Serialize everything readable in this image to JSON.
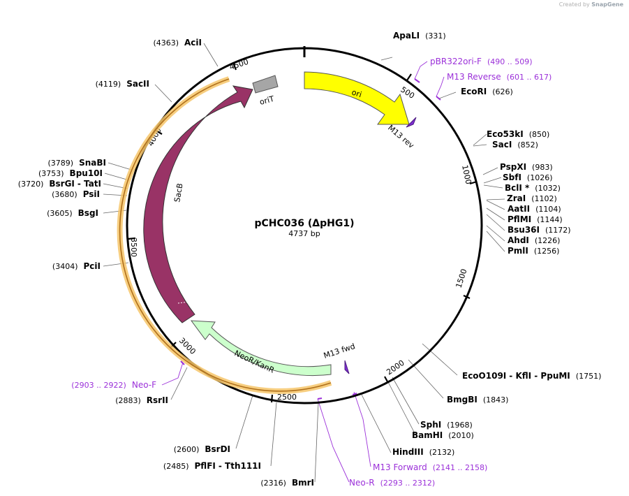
{
  "watermark": {
    "created_by": "Created by",
    "brand": "SnapGene"
  },
  "plasmid": {
    "name": "pCHC036 (ΔpHG1)",
    "length_label": "4737 bp",
    "length": 4737
  },
  "colors": {
    "backbone": "#000000",
    "ori": "#ffff00",
    "sacb": "#993366",
    "neor": "#ccffcc",
    "orit": "#a6a6a6",
    "primer": "#9b30d9",
    "orf": "#ffb347",
    "m13": "#7e2fd0"
  },
  "ticks": [
    "500",
    "1000",
    "1500",
    "2000",
    "2500",
    "3000",
    "3500",
    "4000",
    "4500"
  ],
  "features": {
    "ori": "ori",
    "m13rev": "M13 rev",
    "m13fwd": "M13 fwd",
    "neor": "NeoR/KanR",
    "sacb": "SacB",
    "orit": "oriT"
  },
  "sites": [
    {
      "id": "apali",
      "name": "ApaLI",
      "pos": "(331)"
    },
    {
      "id": "ecori",
      "name": "EcoRI",
      "pos": "(626)"
    },
    {
      "id": "eco53ki",
      "name": "Eco53kI",
      "pos": "(850)"
    },
    {
      "id": "saci",
      "name": "SacI",
      "pos": "(852)"
    },
    {
      "id": "pspxi",
      "name": "PspXI",
      "pos": "(983)"
    },
    {
      "id": "sbfi",
      "name": "SbfI",
      "pos": "(1026)"
    },
    {
      "id": "bcli",
      "name": "BclI *",
      "pos": "(1032)"
    },
    {
      "id": "zrai",
      "name": "ZraI",
      "pos": "(1102)"
    },
    {
      "id": "aatii",
      "name": "AatII",
      "pos": "(1104)"
    },
    {
      "id": "pflmi",
      "name": "PflMI",
      "pos": "(1144)"
    },
    {
      "id": "bsu36i",
      "name": "Bsu36I",
      "pos": "(1172)"
    },
    {
      "id": "ahdi",
      "name": "AhdI",
      "pos": "(1226)"
    },
    {
      "id": "pmli",
      "name": "PmlI",
      "pos": "(1256)"
    },
    {
      "id": "eco0109i",
      "name": "EcoO109I",
      "pos": "(1751)",
      "extra": "- KflI - PpuMI"
    },
    {
      "id": "bmgbi",
      "name": "BmgBI",
      "pos": "(1843)"
    },
    {
      "id": "sphi",
      "name": "SphI",
      "pos": "(1968)"
    },
    {
      "id": "bamhi",
      "name": "BamHI",
      "pos": "(2010)"
    },
    {
      "id": "hindiii",
      "name": "HindIII",
      "pos": "(2132)"
    },
    {
      "id": "bmri",
      "name": "BmrI",
      "pos": "(2316)"
    },
    {
      "id": "pflfi",
      "name": "PflFI",
      "pos": "(2485)",
      "extra": "- Tth111I"
    },
    {
      "id": "bsrdi",
      "name": "BsrDI",
      "pos": "(2600)"
    },
    {
      "id": "rsrii",
      "name": "RsrII",
      "pos": "(2883)"
    },
    {
      "id": "pcii",
      "name": "PciI",
      "pos": "(3404)"
    },
    {
      "id": "bsgi",
      "name": "BsgI",
      "pos": "(3605)"
    },
    {
      "id": "psii",
      "name": "PsiI",
      "pos": "(3680)"
    },
    {
      "id": "bsrgi",
      "name": "BsrGI",
      "pos": "(3720)",
      "extra": "- TatI"
    },
    {
      "id": "bpu10i",
      "name": "Bpu10I",
      "pos": "(3753)"
    },
    {
      "id": "snabi",
      "name": "SnaBI",
      "pos": "(3789)"
    },
    {
      "id": "sacii",
      "name": "SacII",
      "pos": "(4119)"
    },
    {
      "id": "acii",
      "name": "AciI",
      "pos": "(4363)"
    }
  ],
  "primers": [
    {
      "id": "pbr322ori",
      "name": "pBR322ori-F",
      "pos": "(490 .. 509)"
    },
    {
      "id": "m13reverse",
      "name": "M13 Reverse",
      "pos": "(601 .. 617)"
    },
    {
      "id": "m13forward",
      "name": "M13 Forward",
      "pos": "(2141 .. 2158)"
    },
    {
      "id": "neor",
      "name": "Neo-R",
      "pos": "(2293 .. 2312)"
    },
    {
      "id": "neof",
      "name": "Neo-F",
      "pos": "(2903 .. 2922)"
    }
  ]
}
